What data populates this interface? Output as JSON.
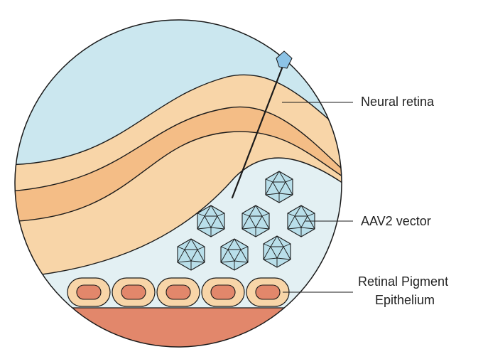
{
  "labels": {
    "neural_retina": "Neural retina",
    "aav2_vector": "AAV2 vector",
    "rpe_line1": "Retinal Pigment",
    "rpe_line2": "Epithelium"
  },
  "colors": {
    "vitreous": "#cbe7ef",
    "retina_light": "#f8d5a8",
    "retina_dark": "#f4bd86",
    "subretinal_space": "#e3f0f3",
    "virus_fill": "#b9dfea",
    "needle_tip": "#8cc3e6",
    "rpe_cell": "#f8d5a8",
    "rpe_nucleus": "#e2876b",
    "choroid": "#e2876b",
    "outline": "#1a1a1a"
  },
  "icons": {
    "virus": "icosahedron-icon",
    "needle": "injection-needle-icon"
  }
}
